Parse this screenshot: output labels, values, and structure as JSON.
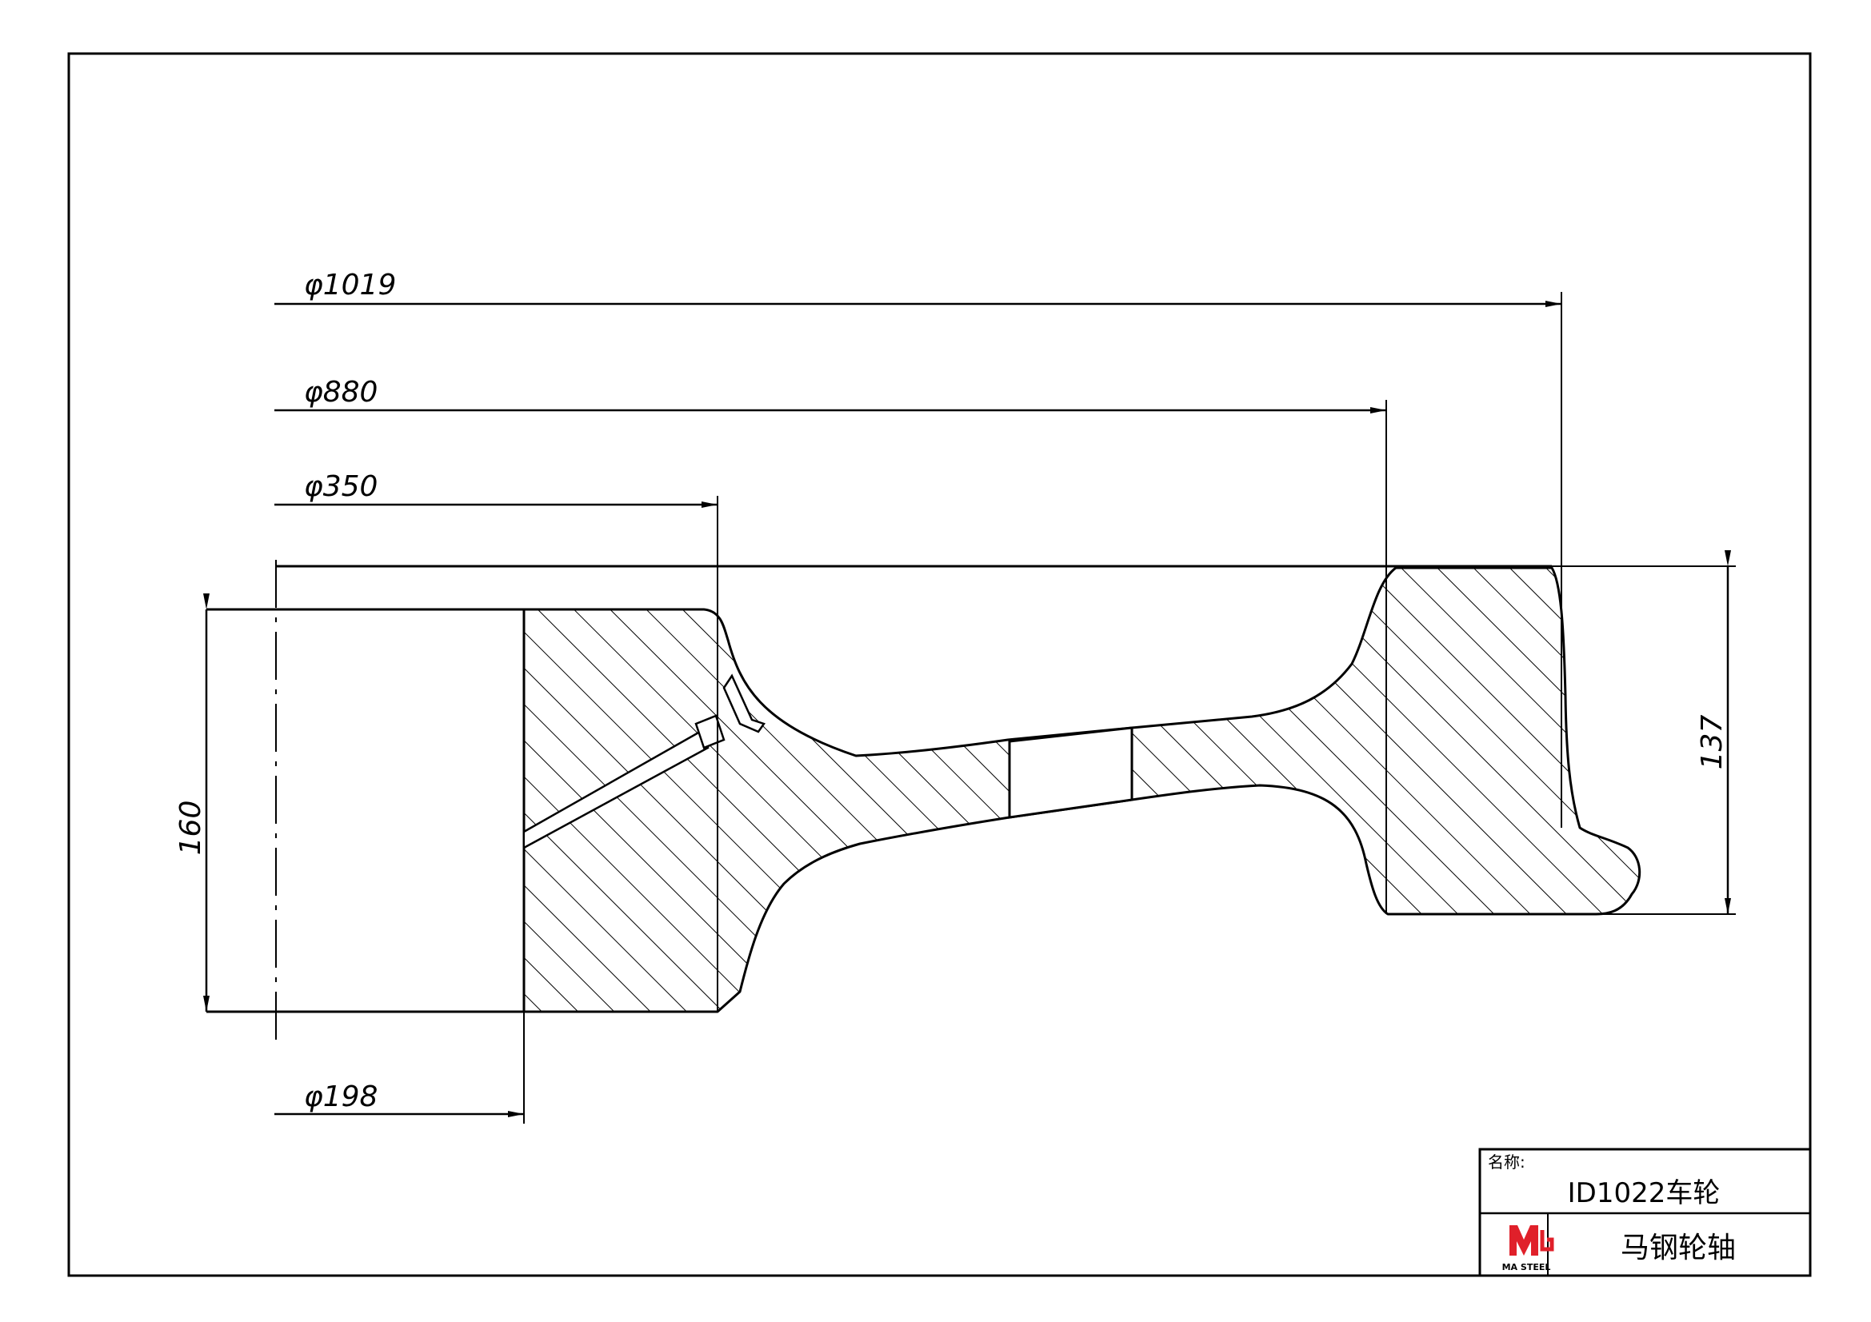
{
  "dimensions": {
    "outer_diameter": "φ1019",
    "tread_diameter": "φ880",
    "hub_diameter": "φ350",
    "bore_diameter": "φ198",
    "hub_length": "160",
    "rim_width": "137"
  },
  "title_block": {
    "name_label": "名称:",
    "part_name": "ID1022车轮",
    "company": "马钢轮轴",
    "logo_caption": "MA STEEL"
  },
  "colors": {
    "line": "#000000",
    "logo_red": "#e0202a"
  }
}
